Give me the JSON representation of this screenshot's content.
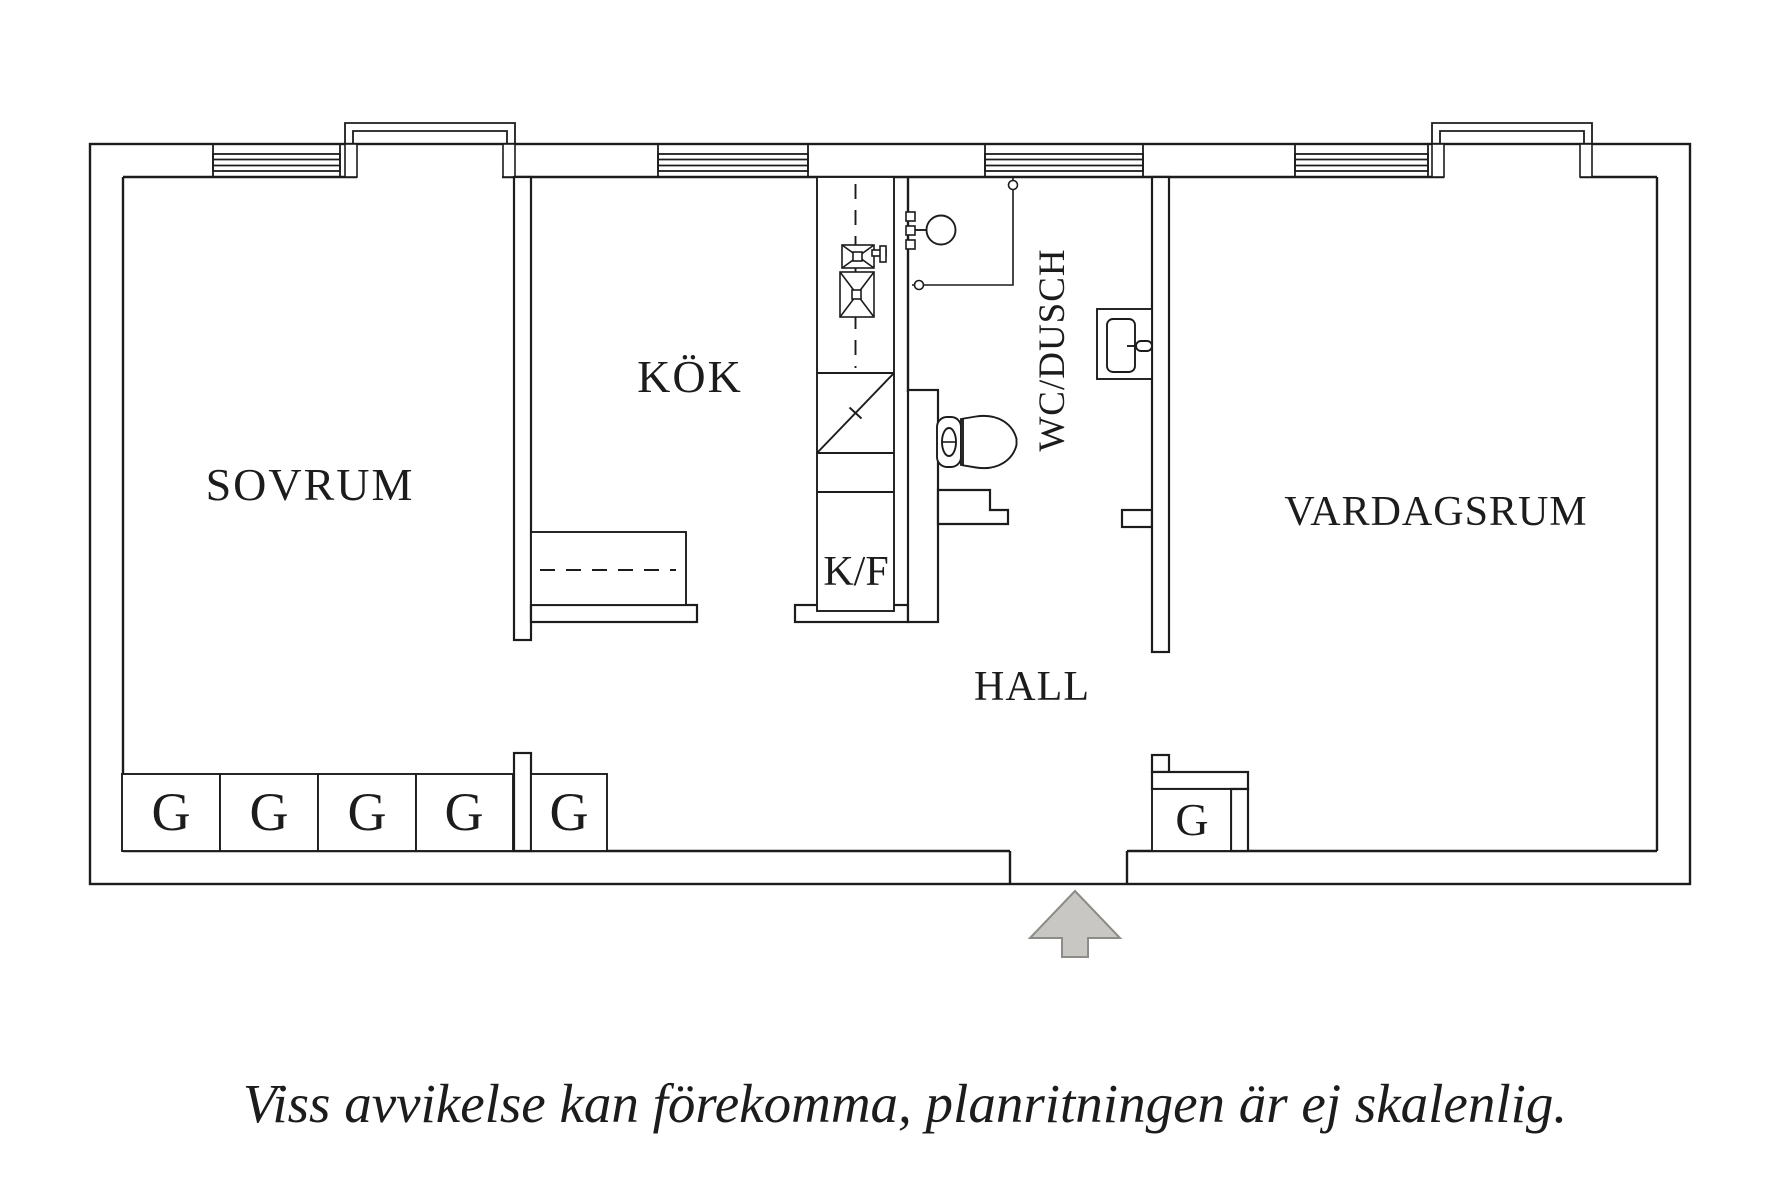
{
  "floorplan": {
    "rooms": {
      "bedroom": "SOVRUM",
      "kitchen": "KÖK",
      "bathroom": "WC/DUSCH",
      "living_room": "VARDAGSRUM",
      "hall": "HALL"
    },
    "labels": {
      "wardrobe": "G",
      "fridge_freezer": "K/F"
    },
    "wardrobe_count": 6,
    "fixtures": [
      "kitchen-sink",
      "stove",
      "kitchen-bench",
      "fridge-freezer",
      "shower",
      "shower-curtain",
      "toilet",
      "washbasin"
    ],
    "entrance": "bottom-center-arrow",
    "colors": {
      "background": "#ffffff",
      "line": "#1c1c1c",
      "arrow_fill": "#c8c7c3",
      "arrow_stroke": "#8c8c88"
    }
  },
  "caption": {
    "text": "Viss avvikelse kan förekomma, planritningen är ej skalenlig."
  }
}
